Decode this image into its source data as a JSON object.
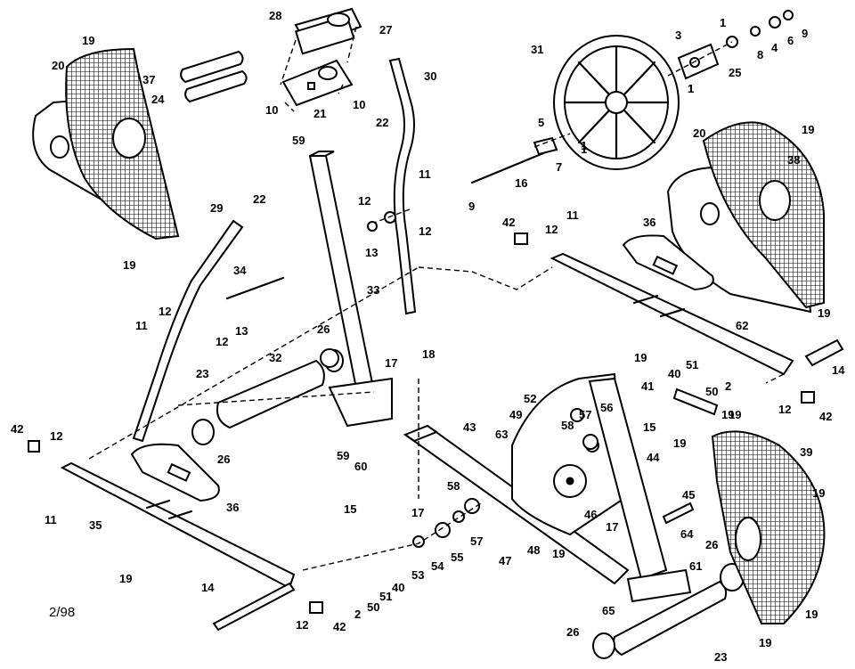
{
  "drawing_date": "2/98",
  "callouts": [
    {
      "num": "28"
    },
    {
      "num": "27"
    },
    {
      "num": "10"
    },
    {
      "num": "21"
    },
    {
      "num": "10"
    },
    {
      "num": "19"
    },
    {
      "num": "20"
    },
    {
      "num": "37"
    },
    {
      "num": "24"
    },
    {
      "num": "19"
    },
    {
      "num": "30"
    },
    {
      "num": "22"
    },
    {
      "num": "59"
    },
    {
      "num": "22"
    },
    {
      "num": "11"
    },
    {
      "num": "12"
    },
    {
      "num": "12"
    },
    {
      "num": "13"
    },
    {
      "num": "29"
    },
    {
      "num": "34"
    },
    {
      "num": "33"
    },
    {
      "num": "11"
    },
    {
      "num": "12"
    },
    {
      "num": "12"
    },
    {
      "num": "13"
    },
    {
      "num": "26"
    },
    {
      "num": "32"
    },
    {
      "num": "23"
    },
    {
      "num": "17"
    },
    {
      "num": "18"
    },
    {
      "num": "26"
    },
    {
      "num": "59"
    },
    {
      "num": "60"
    },
    {
      "num": "17"
    },
    {
      "num": "42"
    },
    {
      "num": "12"
    },
    {
      "num": "11"
    },
    {
      "num": "36"
    },
    {
      "num": "35"
    },
    {
      "num": "19"
    },
    {
      "num": "15"
    },
    {
      "num": "14"
    },
    {
      "num": "12"
    },
    {
      "num": "42"
    },
    {
      "num": "2"
    },
    {
      "num": "50"
    },
    {
      "num": "51"
    },
    {
      "num": "40"
    },
    {
      "num": "53"
    },
    {
      "num": "54"
    },
    {
      "num": "55"
    },
    {
      "num": "57"
    },
    {
      "num": "58"
    },
    {
      "num": "47"
    },
    {
      "num": "48"
    },
    {
      "num": "19"
    },
    {
      "num": "43"
    },
    {
      "num": "63"
    },
    {
      "num": "49"
    },
    {
      "num": "52"
    },
    {
      "num": "56"
    },
    {
      "num": "58"
    },
    {
      "num": "57"
    },
    {
      "num": "46"
    },
    {
      "num": "41"
    },
    {
      "num": "15"
    },
    {
      "num": "44"
    },
    {
      "num": "45"
    },
    {
      "num": "17"
    },
    {
      "num": "64"
    },
    {
      "num": "26"
    },
    {
      "num": "61"
    },
    {
      "num": "65"
    },
    {
      "num": "26"
    },
    {
      "num": "23"
    },
    {
      "num": "19"
    },
    {
      "num": "19"
    },
    {
      "num": "39"
    },
    {
      "num": "19"
    },
    {
      "num": "19"
    },
    {
      "num": "19"
    },
    {
      "num": "31"
    },
    {
      "num": "3"
    },
    {
      "num": "1"
    },
    {
      "num": "1"
    },
    {
      "num": "5"
    },
    {
      "num": "6"
    },
    {
      "num": "9"
    },
    {
      "num": "8"
    },
    {
      "num": "4"
    },
    {
      "num": "25"
    },
    {
      "num": "1"
    },
    {
      "num": "7"
    },
    {
      "num": "16"
    },
    {
      "num": "9"
    },
    {
      "num": "20"
    },
    {
      "num": "19"
    },
    {
      "num": "38"
    },
    {
      "num": "42"
    },
    {
      "num": "12"
    },
    {
      "num": "11"
    },
    {
      "num": "36"
    },
    {
      "num": "62"
    },
    {
      "num": "19"
    },
    {
      "num": "19"
    },
    {
      "num": "40"
    },
    {
      "num": "51"
    },
    {
      "num": "50"
    },
    {
      "num": "2"
    },
    {
      "num": "14"
    },
    {
      "num": "12"
    },
    {
      "num": "42"
    },
    {
      "num": "19"
    },
    {
      "num": "1"
    },
    {
      "num": "1"
    }
  ]
}
